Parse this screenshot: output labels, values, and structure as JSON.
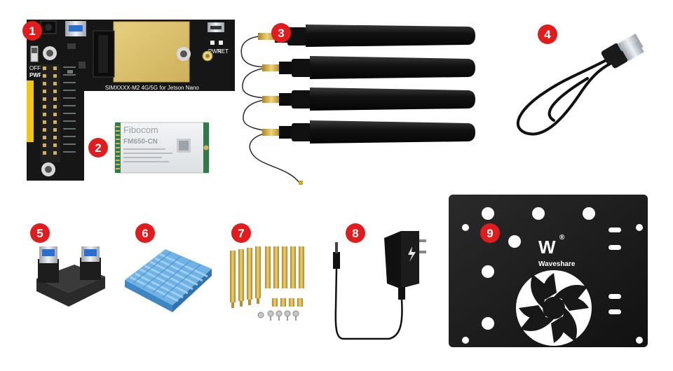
{
  "items": [
    {
      "number": "1",
      "name": "expansion board"
    },
    {
      "number": "2",
      "name": "4G/5G module"
    },
    {
      "number": "3",
      "name": "antennas"
    },
    {
      "number": "4",
      "name": "USB cable"
    },
    {
      "number": "5",
      "name": "USB adapter"
    },
    {
      "number": "6",
      "name": "heatsink"
    },
    {
      "number": "7",
      "name": "standoffs and screws"
    },
    {
      "number": "8",
      "name": "power adapter"
    },
    {
      "number": "9",
      "name": "fan case plate"
    }
  ],
  "board": {
    "silkscreen_label": "SIMXXXX-M2 4G/5G for Jetson Nano",
    "off_label": "OFF",
    "pwr_label": "PWR",
    "pwr_led_label": "PWR",
    "net_led_label": "NET"
  },
  "module": {
    "brand": "Fibocom",
    "model": "FM650-CN"
  },
  "plate": {
    "brand_mark": "W",
    "registered_mark": "®",
    "brand_name": "Waveshare"
  },
  "colors": {
    "badge_red": "#e21c1c",
    "pcb_black": "#161616",
    "gold": "#d8bc63",
    "heatsink_blue": "#6fb3e6",
    "brass": "#c9a435"
  }
}
